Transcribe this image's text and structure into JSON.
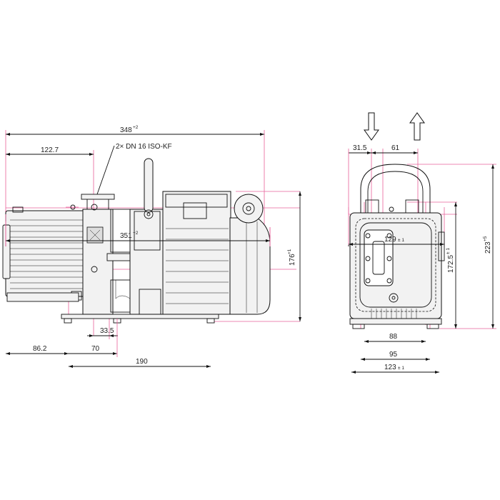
{
  "colors": {
    "drawing_line": "#111111",
    "dimension_line": "#e8609a",
    "background": "#ffffff",
    "pump_fill": "#f2f2f2"
  },
  "labels": {
    "overall_length_top": "348",
    "overall_length_top_tol": "+2",
    "inlet_offset": "122.7",
    "flange_callout": "2× DN 16 ISO-KF",
    "height_side": "176",
    "height_side_tol": "+1",
    "foot_offset": "33.5",
    "foot_left": "86.2",
    "foot_pitch_small": "70",
    "foot_pitch": "190",
    "overall_length_bottom": "351",
    "overall_length_bottom_tol": "+2",
    "port_left": "31.5",
    "port_right": "61",
    "height_total": "223",
    "height_total_tol": "+5",
    "height_body": "172.5",
    "height_body_tol": "± 1",
    "width_88": "88",
    "width_95": "95",
    "width_123": "123",
    "width_123_tol": "± 1",
    "width_129": "129",
    "width_129_tol": "± 1"
  },
  "icons": {
    "inlet_arrow": "arrow-down-icon",
    "outlet_arrow": "arrow-up-icon"
  }
}
